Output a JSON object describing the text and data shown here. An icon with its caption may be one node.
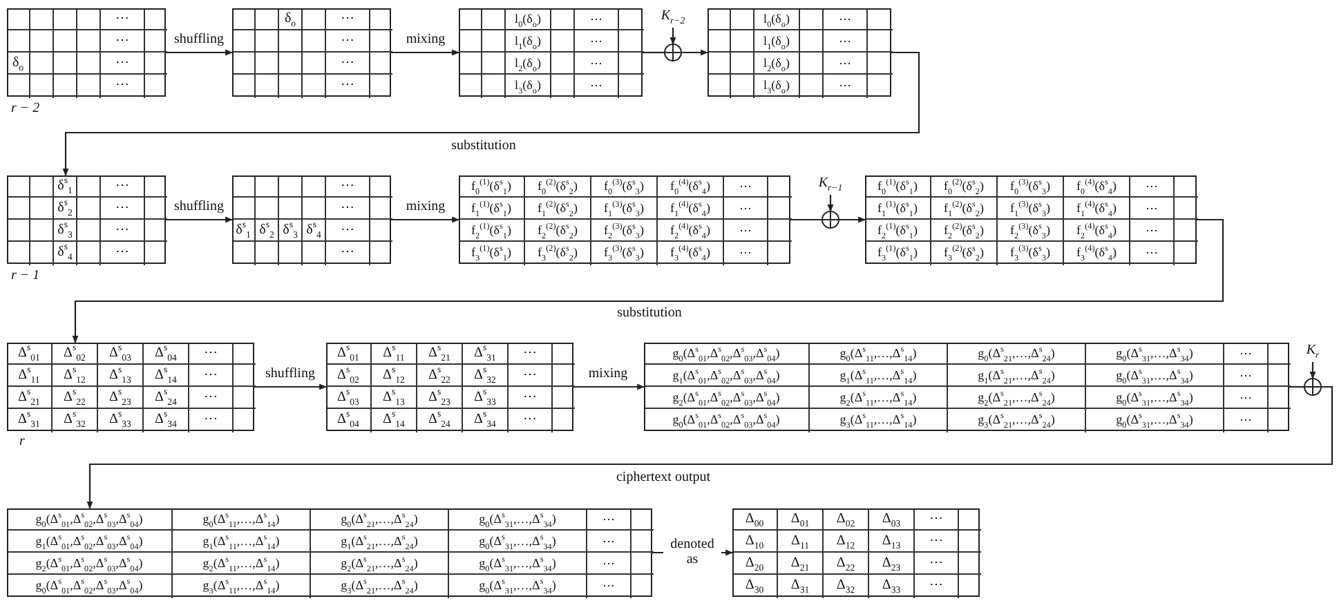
{
  "diagram": {
    "nodes": [
      {
        "text": [
          "⋯",
          "⋯",
          "δ$_{o}$",
          "⋯",
          "⋯"
        ],
        "beside": [
          "r − 2"
        ]
      },
      {
        "text": [
          "δ$_{o}$",
          "⋯",
          "⋯",
          "⋯",
          "⋯"
        ]
      },
      {
        "text": [
          "l$_{0}$(δ$_{o}$)",
          "⋯",
          "l$_{1}$(δ$_{o}$)",
          "⋯",
          "l$_{2}$(δ$_{o}$)",
          "⋯",
          "l$_{3}$(δ$_{o}$)",
          "⋯"
        ]
      },
      {
        "text": [
          "K$_{r−2}$"
        ]
      },
      {
        "text": [],
        "shape": "circle"
      },
      {
        "text": [
          "l$_{0}$(δ$_{o}$)",
          "⋯",
          "l$_{1}$(δ$_{o}$)",
          "⋯",
          "l$_{2}$(δ$_{o}$)",
          "⋯",
          "l$_{3}$(δ$_{o}$)",
          "⋯"
        ]
      },
      {
        "text": [
          "δ$^{s}$$_{1}$",
          "⋯",
          "δ$^{s}$$_{2}$",
          "⋯",
          "δ$^{s}$$_{3}$",
          "⋯",
          "δ$^{s}$$_{4}$",
          "⋯"
        ],
        "beside": [
          "r − 1"
        ]
      },
      {
        "text": [
          "⋯",
          "⋯",
          "δ$^{s}$$_{1}$",
          "δ$^{s}$$_{2}$",
          "δ$^{s}$$_{3}$",
          "δ$^{s}$$_{4}$",
          "⋯",
          "⋯"
        ]
      },
      {
        "text": [
          "f$_{0}$$^{(1)}$(δ$^{s}$$_{1}$)",
          "f$_{0}$$^{(2)}$(δ$^{s}$$_{2}$)",
          "f$_{0}$$^{(3)}$(δ$^{s}$$_{3}$)",
          "f$_{0}$$^{(4)}$(δ$^{s}$$_{4}$)",
          "⋯",
          "f$_{1}$$^{(1)}$(δ$^{s}$$_{1}$)",
          "f$_{1}$$^{(2)}$(δ$^{s}$$_{2}$)",
          "f$_{1}$$^{(3)}$(δ$^{s}$$_{3}$)",
          "f$_{1}$$^{(4)}$(δ$^{s}$$_{4}$)",
          "⋯",
          "f$_{2}$$^{(1)}$(δ$^{s}$$_{1}$)",
          "f$_{2}$$^{(2)}$(δ$^{s}$$_{2}$)",
          "f$_{2}$$^{(3)}$(δ$^{s}$$_{3}$)",
          "f$_{2}$$^{(4)}$(δ$^{s}$$_{4}$)",
          "⋯",
          "f$_{3}$$^{(1)}$(δ$^{s}$$_{1}$)",
          "f$_{3}$$^{(2)}$(δ$^{s}$$_{2}$)",
          "f$_{3}$$^{(3)}$(δ$^{s}$$_{3}$)",
          "f$_{3}$$^{(4)}$(δ$^{s}$$_{4}$)",
          "⋯"
        ]
      },
      {
        "text": [
          "K$_{r−1}$"
        ]
      },
      {
        "text": [],
        "shape": "circle"
      },
      {
        "text": [
          "f$_{0}$$^{(1)}$(δ$^{s}$$_{1}$)",
          "f$_{0}$$^{(2)}$(δ$^{s}$$_{2}$)",
          "f$_{0}$$^{(3)}$(δ$^{s}$$_{3}$)",
          "f$_{0}$$^{(4)}$(δ$^{s}$$_{4}$)",
          "⋯",
          "f$_{1}$$^{(1)}$(δ$^{s}$$_{1}$)",
          "f$_{1}$$^{(2)}$(δ$^{s}$$_{2}$)",
          "f$_{1}$$^{(3)}$(δ$^{s}$$_{3}$)",
          "f$_{1}$$^{(4)}$(δ$^{s}$$_{4}$)",
          "⋯",
          "f$_{2}$$^{(1)}$(δ$^{s}$$_{1}$)",
          "f$_{2}$$^{(2)}$(δ$^{s}$$_{2}$)",
          "f$_{2}$$^{(3)}$(δ$^{s}$$_{3}$)",
          "f$_{2}$$^{(4)}$(δ$^{s}$$_{4}$)",
          "⋯",
          "f$_{3}$$^{(1)}$(δ$^{s}$$_{1}$)",
          "f$_{3}$$^{(2)}$(δ$^{s}$$_{2}$)",
          "f$_{3}$$^{(3)}$(δ$^{s}$$_{3}$)",
          "f$_{3}$$^{(4)}$(δ$^{s}$$_{4}$)",
          "⋯"
        ]
      },
      {
        "text": [
          "Δ$^{s}$$_{01}$",
          "Δ$^{s}$$_{02}$",
          "Δ$^{s}$$_{03}$",
          "Δ$^{s}$$_{04}$",
          "⋯",
          "Δ$^{s}$$_{11}$",
          "Δ$^{s}$$_{12}$",
          "Δ$^{s}$$_{13}$",
          "Δ$^{s}$$_{14}$",
          "⋯",
          "Δ$^{s}$$_{21}$",
          "Δ$^{s}$$_{22}$",
          "Δ$^{s}$$_{23}$",
          "Δ$^{s}$$_{24}$",
          "⋯",
          "Δ$^{s}$$_{31}$",
          "Δ$^{s}$$_{32}$",
          "Δ$^{s}$$_{33}$",
          "Δ$^{s}$$_{34}$",
          "⋯"
        ],
        "beside": [
          "r"
        ]
      },
      {
        "text": [
          "Δ$^{s}$$_{01}$",
          "Δ$^{s}$$_{11}$",
          "Δ$^{s}$$_{21}$",
          "Δ$^{s}$$_{31}$",
          "⋯",
          "Δ$^{s}$$_{02}$",
          "Δ$^{s}$$_{12}$",
          "Δ$^{s}$$_{22}$",
          "Δ$^{s}$$_{32}$",
          "⋯",
          "Δ$^{s}$$_{03}$",
          "Δ$^{s}$$_{13}$",
          "Δ$^{s}$$_{23}$",
          "Δ$^{s}$$_{33}$",
          "⋯",
          "Δ$^{s}$$_{04}$",
          "Δ$^{s}$$_{14}$",
          "Δ$^{s}$$_{24}$",
          "Δ$^{s}$$_{34}$",
          "⋯"
        ]
      },
      {
        "text": [
          "g$_{0}$(Δ$^{s}$$_{01}$,Δ$^{s}$$_{02}$,Δ$^{s}$$_{03}$,Δ$^{s}$$_{04}$)",
          "g$_{0}$(Δ$^{s}$$_{11}$,…,Δ$^{s}$$_{14}$)",
          "g$_{0}$(Δ$^{s}$$_{21}$,…,Δ$^{s}$$_{24}$)",
          "g$_{0}$(Δ$^{s}$$_{31}$,…,Δ$^{s}$$_{34}$)",
          "⋯",
          "g$_{1}$(Δ$^{s}$$_{01}$,Δ$^{s}$$_{02}$,Δ$^{s}$$_{03}$,Δ$^{s}$$_{04}$)",
          "g$_{1}$(Δ$^{s}$$_{11}$,…,Δ$^{s}$$_{14}$)",
          "g$_{1}$(Δ$^{s}$$_{21}$,…,Δ$^{s}$$_{24}$)",
          "g$_{0}$(Δ$^{s}$$_{31}$,…,Δ$^{s}$$_{34}$)",
          "⋯",
          "g$_{2}$(Δ$^{s}$$_{01}$,Δ$^{s}$$_{02}$,Δ$^{s}$$_{03}$,Δ$^{s}$$_{04}$)",
          "g$_{2}$(Δ$^{s}$$_{11}$,…,Δ$^{s}$$_{14}$)",
          "g$_{2}$(Δ$^{s}$$_{21}$,…,Δ$^{s}$$_{24}$)",
          "g$_{0}$(Δ$^{s}$$_{31}$,…,Δ$^{s}$$_{34}$)",
          "⋯",
          "g$_{0}$(Δ$^{s}$$_{01}$,Δ$^{s}$$_{02}$,Δ$^{s}$$_{03}$,Δ$^{s}$$_{04}$)",
          "g$_{3}$(Δ$^{s}$$_{11}$,…,Δ$^{s}$$_{14}$)",
          "g$_{3}$(Δ$^{s}$$_{21}$,…,Δ$^{s}$$_{24}$)",
          "g$_{0}$(Δ$^{s}$$_{31}$,…,Δ$^{s}$$_{34}$)",
          "⋯"
        ]
      },
      {
        "text": [
          "K$_{r}$"
        ]
      },
      {
        "text": [],
        "shape": "circle"
      },
      {
        "text": [
          "g$_{0}$(Δ$^{s}$$_{01}$,Δ$^{s}$$_{02}$,Δ$^{s}$$_{03}$,Δ$^{s}$$_{04}$)",
          "g$_{0}$(Δ$^{s}$$_{11}$,…,Δ$^{s}$$_{14}$)",
          "g$_{0}$(Δ$^{s}$$_{21}$,…,Δ$^{s}$$_{24}$)",
          "g$_{0}$(Δ$^{s}$$_{31}$,…,Δ$^{s}$$_{34}$)",
          "⋯",
          "g$_{1}$(Δ$^{s}$$_{01}$,Δ$^{s}$$_{02}$,Δ$^{s}$$_{03}$,Δ$^{s}$$_{04}$)",
          "g$_{1}$(Δ$^{s}$$_{11}$,…,Δ$^{s}$$_{14}$)",
          "g$_{1}$(Δ$^{s}$$_{21}$,…,Δ$^{s}$$_{24}$)",
          "g$_{0}$(Δ$^{s}$$_{31}$,…,Δ$^{s}$$_{34}$)",
          "⋯",
          "g$_{2}$(Δ$^{s}$$_{01}$,Δ$^{s}$$_{02}$,Δ$^{s}$$_{03}$,Δ$^{s}$$_{04}$)",
          "g$_{2}$(Δ$^{s}$$_{11}$,…,Δ$^{s}$$_{14}$)",
          "g$_{2}$(Δ$^{s}$$_{21}$,…,Δ$^{s}$$_{24}$)",
          "g$_{0}$(Δ$^{s}$$_{31}$,…,Δ$^{s}$$_{34}$)",
          "⋯",
          "g$_{0}$(Δ$^{s}$$_{01}$,Δ$^{s}$$_{02}$,Δ$^{s}$$_{03}$,Δ$^{s}$$_{04}$)",
          "g$_{3}$(Δ$^{s}$$_{11}$,…,Δ$^{s}$$_{14}$)",
          "g$_{3}$(Δ$^{s}$$_{21}$,…,Δ$^{s}$$_{24}$)",
          "g$_{0}$(Δ$^{s}$$_{31}$,…,Δ$^{s}$$_{34}$)",
          "⋯"
        ]
      },
      {
        "text": [
          "Δ$_{00}$",
          "Δ$_{01}$",
          "Δ$_{02}$",
          "Δ$_{03}$",
          "⋯",
          "Δ$_{10}$",
          "Δ$_{11}$",
          "Δ$_{12}$",
          "Δ$_{13}$",
          "⋯",
          "Δ$_{20}$",
          "Δ$_{21}$",
          "Δ$_{22}$",
          "Δ$_{23}$",
          "⋯",
          "Δ$_{30}$",
          "Δ$_{31}$",
          "Δ$_{32}$",
          "Δ$_{33}$",
          "⋯"
        ]
      }
    ],
    "edges": [
      {
        "from": 0,
        "to": 1,
        "arrow": "to",
        "label": "shuffling"
      },
      {
        "from": 1,
        "to": 2,
        "arrow": "to",
        "label": "mixing"
      },
      {
        "from": 2,
        "to": 4,
        "arrow": "none"
      },
      {
        "from": 3,
        "to": 4,
        "arrow": "to"
      },
      {
        "from": 4,
        "to": 5,
        "arrow": "to"
      },
      {
        "from": 5,
        "to": 6,
        "arrow": "to",
        "label": "substitution"
      },
      {
        "from": 6,
        "to": 7,
        "arrow": "to",
        "label": "shuffling"
      },
      {
        "from": 7,
        "to": 8,
        "arrow": "to",
        "label": "mixing"
      },
      {
        "from": 8,
        "to": 10,
        "arrow": "none"
      },
      {
        "from": 9,
        "to": 10,
        "arrow": "to"
      },
      {
        "from": 10,
        "to": 11,
        "arrow": "to"
      },
      {
        "from": 11,
        "to": 12,
        "arrow": "to",
        "label": "substitution"
      },
      {
        "from": 12,
        "to": 13,
        "arrow": "to",
        "label": "shuffling"
      },
      {
        "from": 13,
        "to": 14,
        "arrow": "to",
        "label": "mixing"
      },
      {
        "from": 14,
        "to": 16,
        "arrow": "none"
      },
      {
        "from": 15,
        "to": 16,
        "arrow": "to"
      },
      {
        "from": 16,
        "to": 17,
        "arrow": "to",
        "label": "ciphertext output"
      },
      {
        "from": 17,
        "to": 18,
        "arrow": "to",
        "label": "denoted as"
      }
    ]
  }
}
